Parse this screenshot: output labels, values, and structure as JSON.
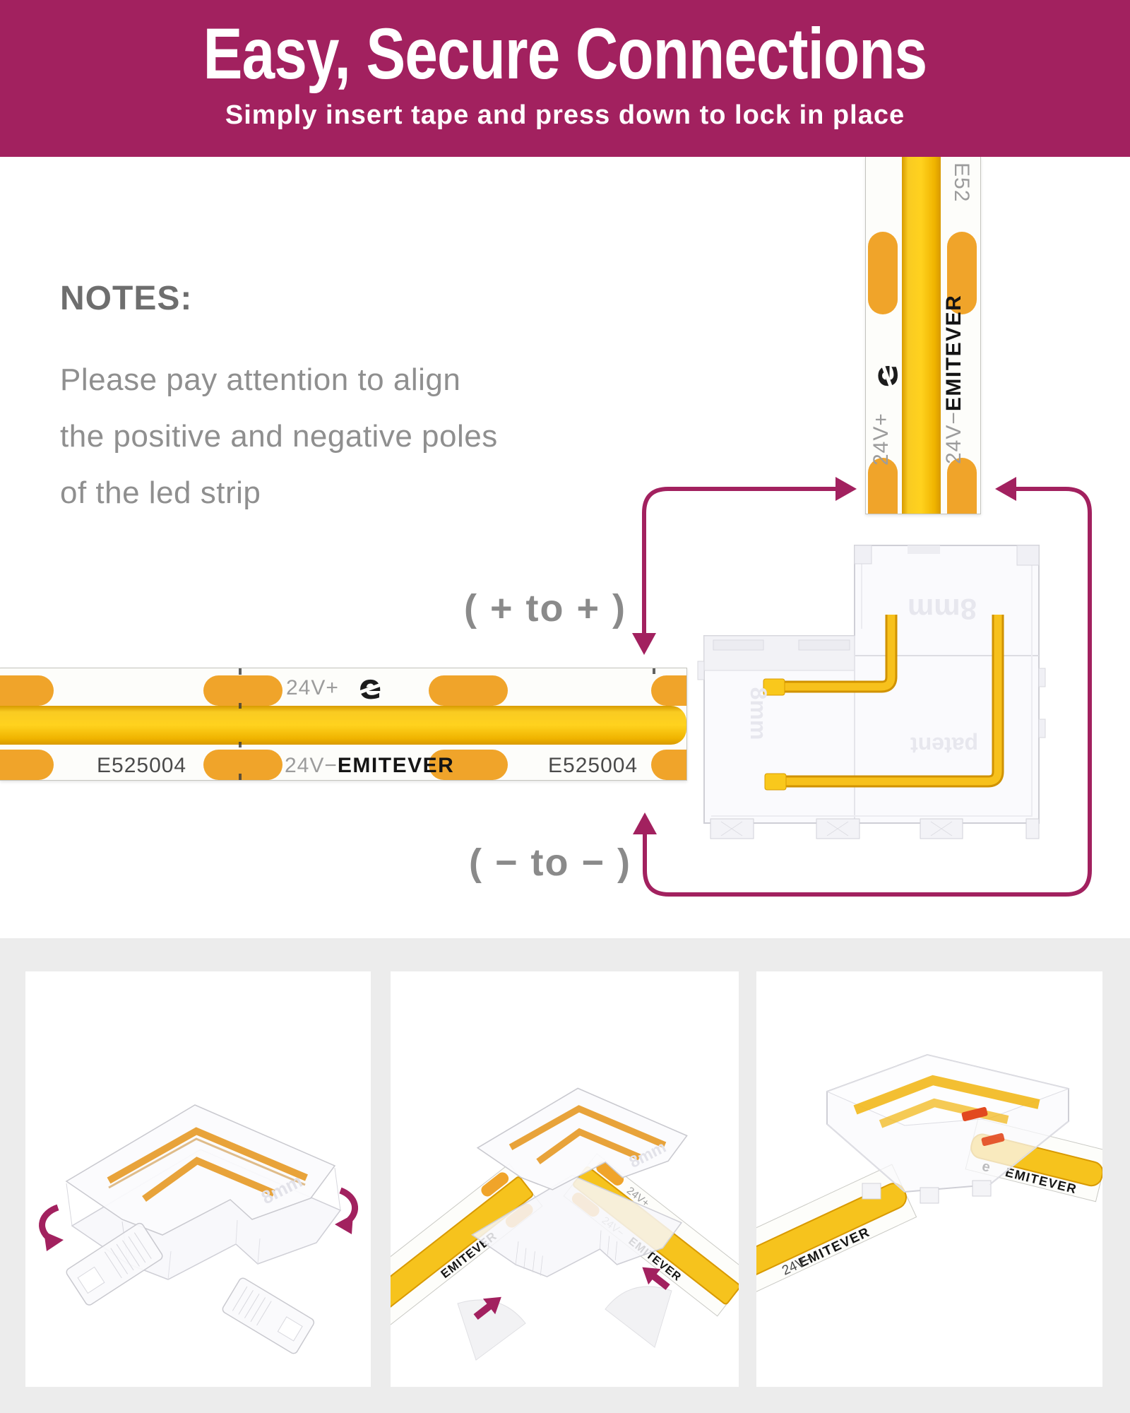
{
  "header": {
    "title": "Easy, Secure Connections",
    "subtitle": "Simply insert tape and press down to lock in place"
  },
  "notes": {
    "heading": "NOTES:",
    "lines": [
      "Please pay attention to align",
      "the positive and negative poles",
      "of the led strip"
    ]
  },
  "labels": {
    "plus_to_plus": "( + to + )",
    "minus_to_minus": "( − to − )"
  },
  "strip": {
    "voltage_plus": "24V+",
    "voltage_minus": "24V−",
    "brand": "EMITEVER",
    "cert_number": "E525004",
    "cert_number_partial": "E52",
    "logo_glyph": "e"
  },
  "connector": {
    "width_label": "8mm",
    "patent_label": "patent"
  },
  "colors": {
    "accent": "#A2215F",
    "strip_yellow": "#FFD21E",
    "pad_orange": "#F0A42A",
    "steps_background": "#ECECEC"
  }
}
